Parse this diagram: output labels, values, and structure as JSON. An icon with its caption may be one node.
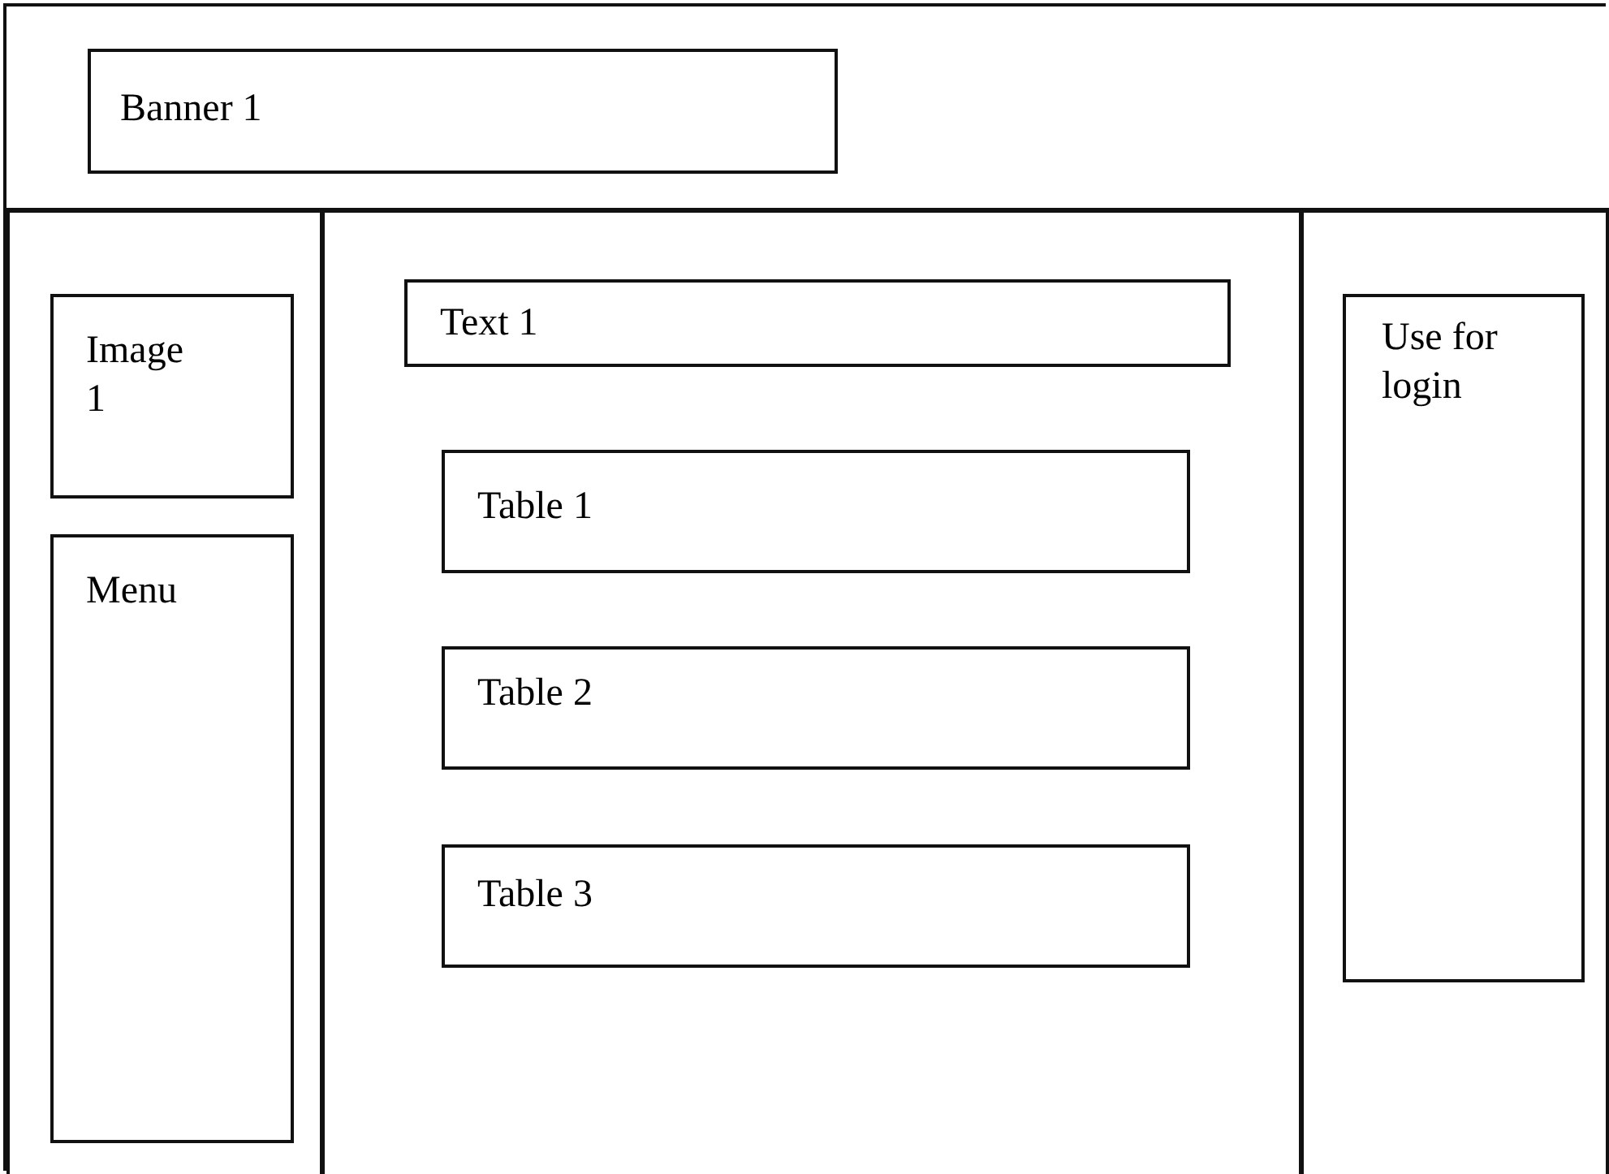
{
  "diagram": {
    "nodes": [
      {
        "text": [],
        "shape": "box"
      },
      {
        "text": [],
        "shape": "box",
        "in": 0
      },
      {
        "text": [
          "Banner 1"
        ],
        "in": 1
      },
      {
        "text": [],
        "shape": "box",
        "in": 0
      },
      {
        "text": [
          "Image 1"
        ],
        "in": 3
      },
      {
        "text": [
          "Menu"
        ],
        "in": 3
      },
      {
        "text": [],
        "shape": "box",
        "in": 0
      },
      {
        "text": [
          "Text 1"
        ],
        "in": 6
      },
      {
        "text": [
          "Table 1"
        ],
        "in": 6
      },
      {
        "text": [
          "Table 2"
        ],
        "in": 6
      },
      {
        "text": [
          "Table 3"
        ],
        "in": 6
      },
      {
        "text": [],
        "shape": "box",
        "in": 0
      },
      {
        "text": [
          "Use for login"
        ],
        "in": 11
      }
    ]
  }
}
